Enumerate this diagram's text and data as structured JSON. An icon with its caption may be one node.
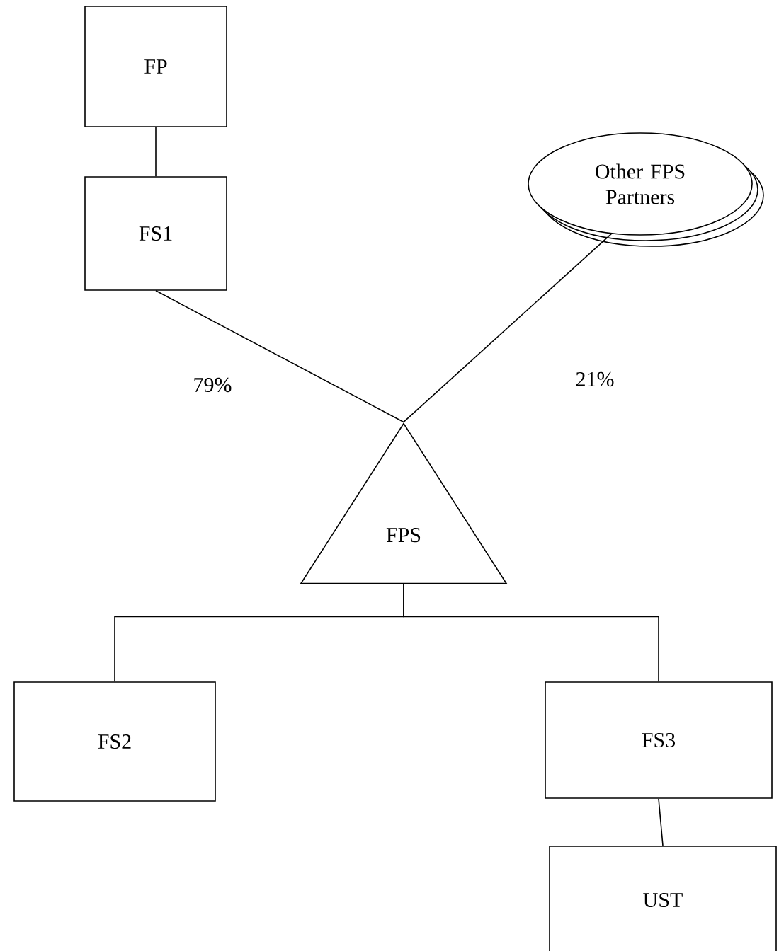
{
  "diagram": {
    "nodes": [
      {
        "text": [
          "FP"
        ]
      },
      {
        "text": [
          "FS1"
        ]
      },
      {
        "text": [
          "Other FPS Partners"
        ]
      },
      {
        "text": [
          "FPS"
        ]
      },
      {
        "text": [
          "FS2"
        ]
      },
      {
        "text": [
          "FS3"
        ]
      },
      {
        "text": [
          "UST"
        ]
      }
    ],
    "edges": [
      {
        "from": 0,
        "to": 1,
        "arrow": "none"
      },
      {
        "from": 1,
        "to": 3,
        "arrow": "none",
        "label": "79%"
      },
      {
        "from": 2,
        "to": 3,
        "arrow": "none",
        "label": "21%"
      },
      {
        "from": 3,
        "to": 4,
        "arrow": "none"
      },
      {
        "from": 3,
        "to": 5,
        "arrow": "none"
      },
      {
        "from": 5,
        "to": 6,
        "arrow": "none"
      }
    ]
  }
}
